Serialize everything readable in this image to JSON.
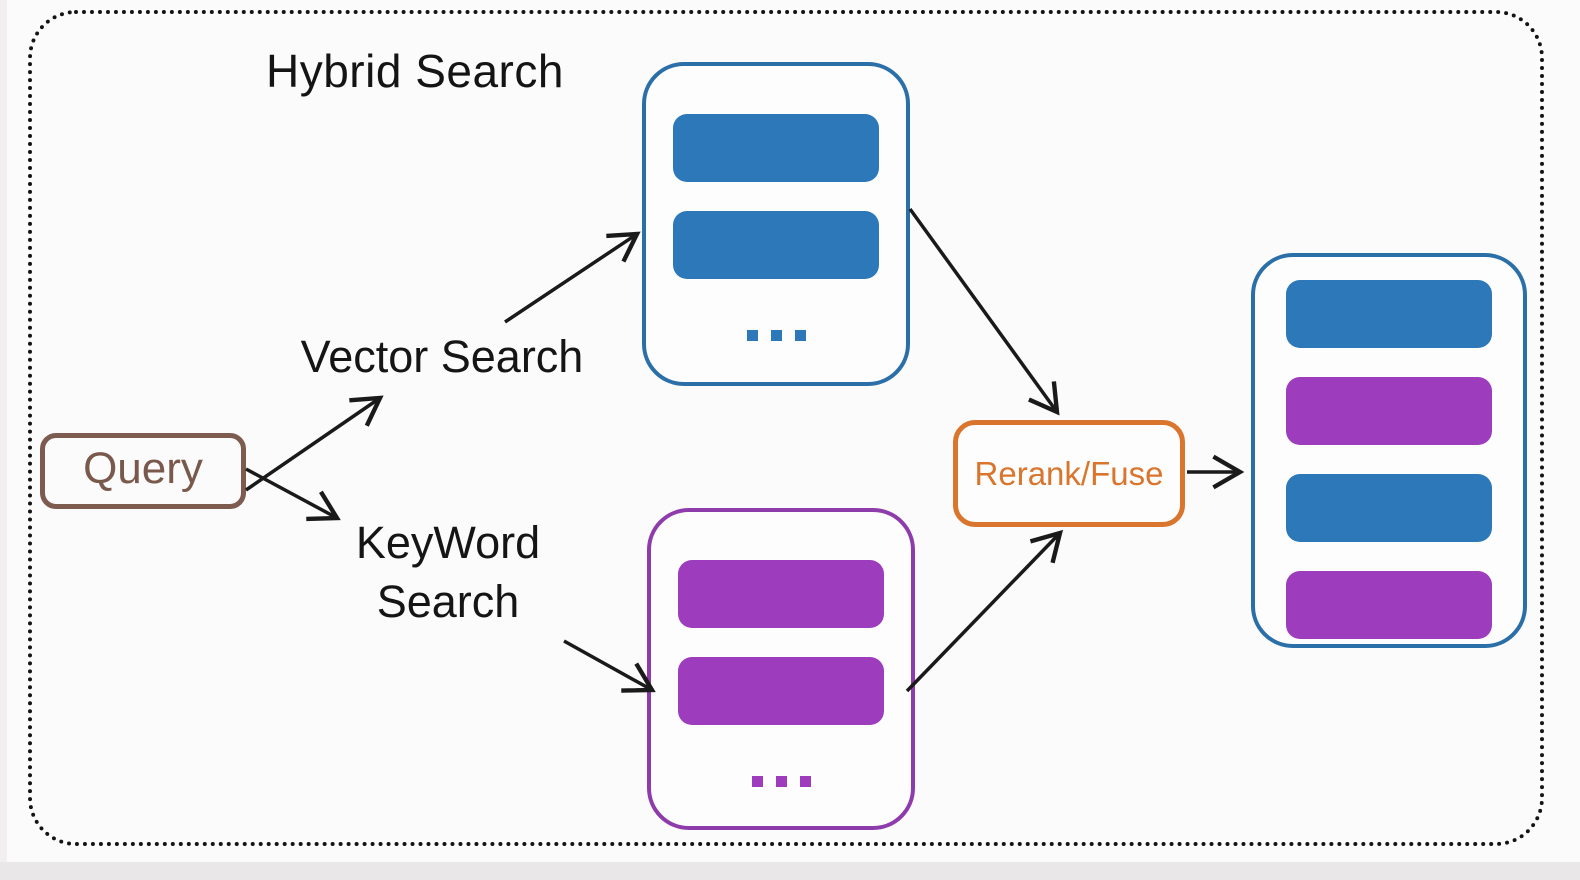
{
  "title": "Hybrid Search",
  "colors": {
    "blue": "#2d78b8",
    "blue_border": "#2b6fa8",
    "purple": "#9d3dbd",
    "purple_border": "#8e3bac",
    "orange": "#d9752c",
    "brown": "#7a594d",
    "line_black": "#1a1a1a"
  },
  "nodes": {
    "query": {
      "label": "Query"
    },
    "vector_search": {
      "label": "Vector Search"
    },
    "keyword_search": {
      "line1": "KeyWord",
      "line2": "Search"
    },
    "rerank": {
      "label": "Rerank/Fuse"
    }
  },
  "containers": {
    "vector_results": {
      "bars": [
        "blue",
        "blue"
      ],
      "ellipsis": true
    },
    "keyword_results": {
      "bars": [
        "purple",
        "purple"
      ],
      "ellipsis": true
    },
    "fused_results": {
      "bars": [
        "blue",
        "purple",
        "blue",
        "purple"
      ],
      "ellipsis": false
    }
  },
  "edges": [
    {
      "from": "query",
      "to": "vector-search"
    },
    {
      "from": "query",
      "to": "keyword-search"
    },
    {
      "from": "vector-search",
      "to": "vector-results"
    },
    {
      "from": "keyword-search",
      "to": "keyword-results"
    },
    {
      "from": "vector-results",
      "to": "rerank"
    },
    {
      "from": "keyword-results",
      "to": "rerank"
    },
    {
      "from": "rerank",
      "to": "fused-results"
    }
  ]
}
